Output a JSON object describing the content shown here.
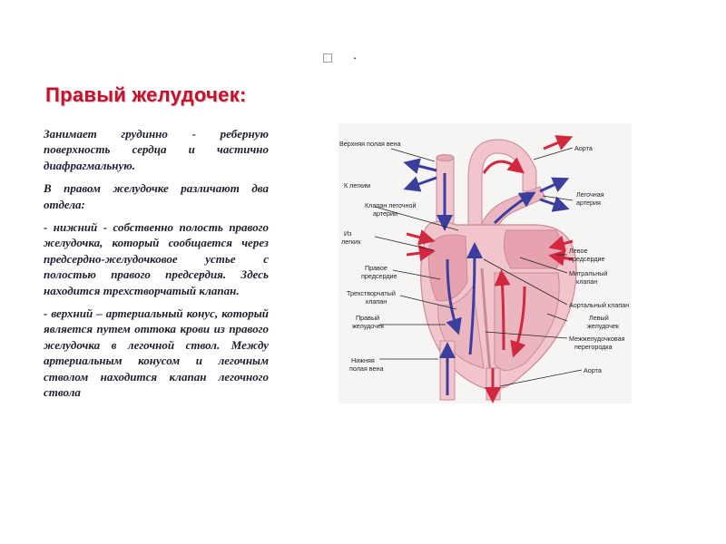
{
  "header": {
    "dot": "."
  },
  "title": "Правый желудочек:",
  "paragraphs": [
    "Занимает грудинно -  реберную поверхность сердца и частично диафрагмальную.",
    "В правом желудочке различают два отдела:",
    " - нижний  - собственно полость правого желудочка, который сообщается через предсердно-желудочковое устье с полостью правого предсердия. Здесь находится трехстворчатый клапан.",
    " - верхний – артериальный конус, который является путем оттока крови из правого желудочка в легочной ствол. Между артериальным конусом и легочным стволом находится клапан легочного ствола"
  ],
  "diagram": {
    "labels_left": {
      "svc": "Верхняя полая вена",
      "to_lungs": "К легким",
      "pulm_valve_1": "Клапан легочной",
      "pulm_valve_2": "артерии",
      "from_lungs_1": "Из",
      "from_lungs_2": "легких",
      "ra_1": "Правое",
      "ra_2": "предсердие",
      "tricuspid_1": "Трехстворчатый",
      "tricuspid_2": "клапан",
      "rv_1": "Правый",
      "rv_2": "желудочек",
      "ivc_1": "Нижняя",
      "ivc_2": "полая вена"
    },
    "labels_right": {
      "aorta_top": "Аорта",
      "pa_1": "Легочная",
      "pa_2": "артерия",
      "la_1": "Левое",
      "la_2": "предсердие",
      "mitral_1": "Митральный",
      "mitral_2": "клапан",
      "aortic_valve": "Аортальный клапан",
      "lv_1": "Левый",
      "lv_2": "желудочек",
      "septum_1": "Межжелудочковая",
      "septum_2": "перегородка",
      "aorta_bottom": "Аорта"
    },
    "colors": {
      "tissue": "#f2c4cc",
      "tissue_dark": "#c98a97",
      "blue_flow": "#3a3f9e",
      "red_flow": "#d2283f"
    }
  }
}
